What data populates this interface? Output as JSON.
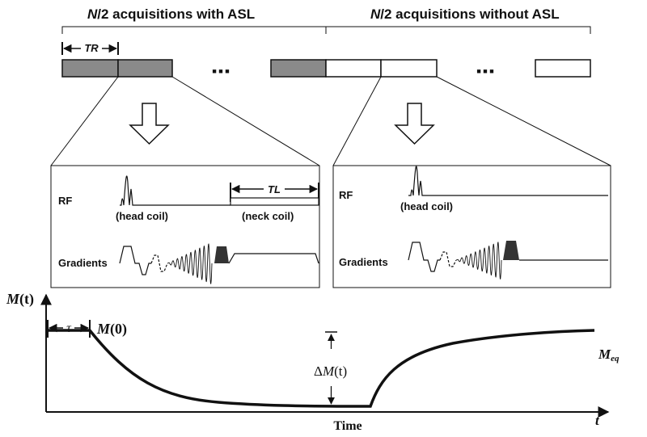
{
  "headers": {
    "left_n": "N",
    "left_rest": "/2 acquisitions with ASL",
    "right_n": "N",
    "right_rest": "/2 acquisitions without ASL"
  },
  "labels": {
    "tr": "TR",
    "tl": "TL",
    "ellipsis": "■ ■ ■",
    "rf": "RF",
    "gradients": "Gradients",
    "head_coil": "(head coil)",
    "neck_coil": "(neck coil)"
  },
  "curve": {
    "y_label_m": "M",
    "y_label_t": "(t)",
    "tau": "τ",
    "m0_m": "M",
    "m0_rest": "(0)",
    "delta": "Δ",
    "delta_m": "M",
    "delta_t": "(t)",
    "meq_m": "M",
    "meq_sub": "eq",
    "x_label": "Time",
    "t_axis": "t"
  },
  "colors": {
    "asl_block": "#8a8a8a",
    "line": "#111111"
  }
}
